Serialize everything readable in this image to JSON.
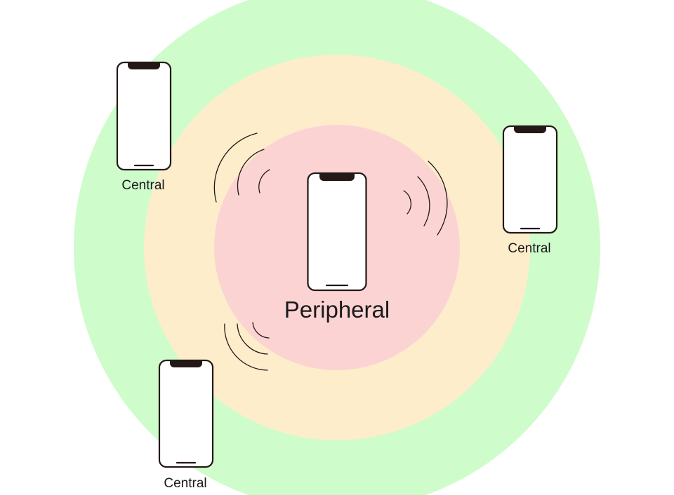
{
  "diagram": {
    "zones": [
      {
        "name": "outer-zone",
        "color": "#cffccb"
      },
      {
        "name": "middle-zone",
        "color": "#fdedcb"
      },
      {
        "name": "inner-zone",
        "color": "#fcd3d3"
      }
    ],
    "peripheral": {
      "label": "Peripheral"
    },
    "centrals": [
      {
        "label": "Central"
      },
      {
        "label": "Central"
      },
      {
        "label": "Central"
      }
    ],
    "icons": [
      "smartphone-icon",
      "signal-waves-icon"
    ]
  }
}
